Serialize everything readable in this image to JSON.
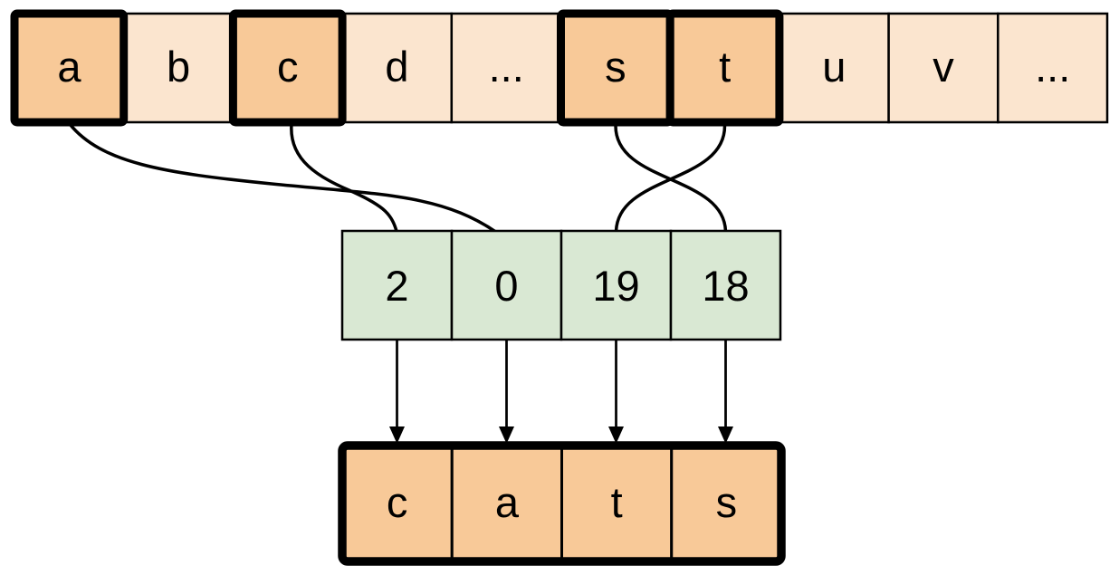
{
  "diagram": {
    "description": "character-to-index encoding of the word cats",
    "colors": {
      "cell_fill": "#fbe5cf",
      "highlight_fill": "#f8c998",
      "index_fill": "#d9e8d3",
      "stroke": "#000000"
    },
    "alphabet_row": {
      "cells": [
        {
          "label": "a",
          "highlighted": true
        },
        {
          "label": "b",
          "highlighted": false
        },
        {
          "label": "c",
          "highlighted": true
        },
        {
          "label": "d",
          "highlighted": false
        },
        {
          "label": "...",
          "highlighted": false
        },
        {
          "label": "s",
          "highlighted": true
        },
        {
          "label": "t",
          "highlighted": true
        },
        {
          "label": "u",
          "highlighted": false
        },
        {
          "label": "v",
          "highlighted": false
        },
        {
          "label": "...",
          "highlighted": false
        }
      ]
    },
    "index_row": {
      "cells": [
        {
          "label": "2"
        },
        {
          "label": "0"
        },
        {
          "label": "19"
        },
        {
          "label": "18"
        }
      ]
    },
    "word_row": {
      "cells": [
        {
          "label": "c"
        },
        {
          "label": "a"
        },
        {
          "label": "t"
        },
        {
          "label": "s"
        }
      ]
    },
    "connections": [
      {
        "from": "a",
        "to": "0"
      },
      {
        "from": "c",
        "to": "2"
      },
      {
        "from": "s",
        "to": "18"
      },
      {
        "from": "t",
        "to": "19"
      },
      {
        "from": "2",
        "to": "c",
        "arrow": true
      },
      {
        "from": "0",
        "to": "a",
        "arrow": true
      },
      {
        "from": "19",
        "to": "t",
        "arrow": true
      },
      {
        "from": "18",
        "to": "s",
        "arrow": true
      }
    ]
  }
}
